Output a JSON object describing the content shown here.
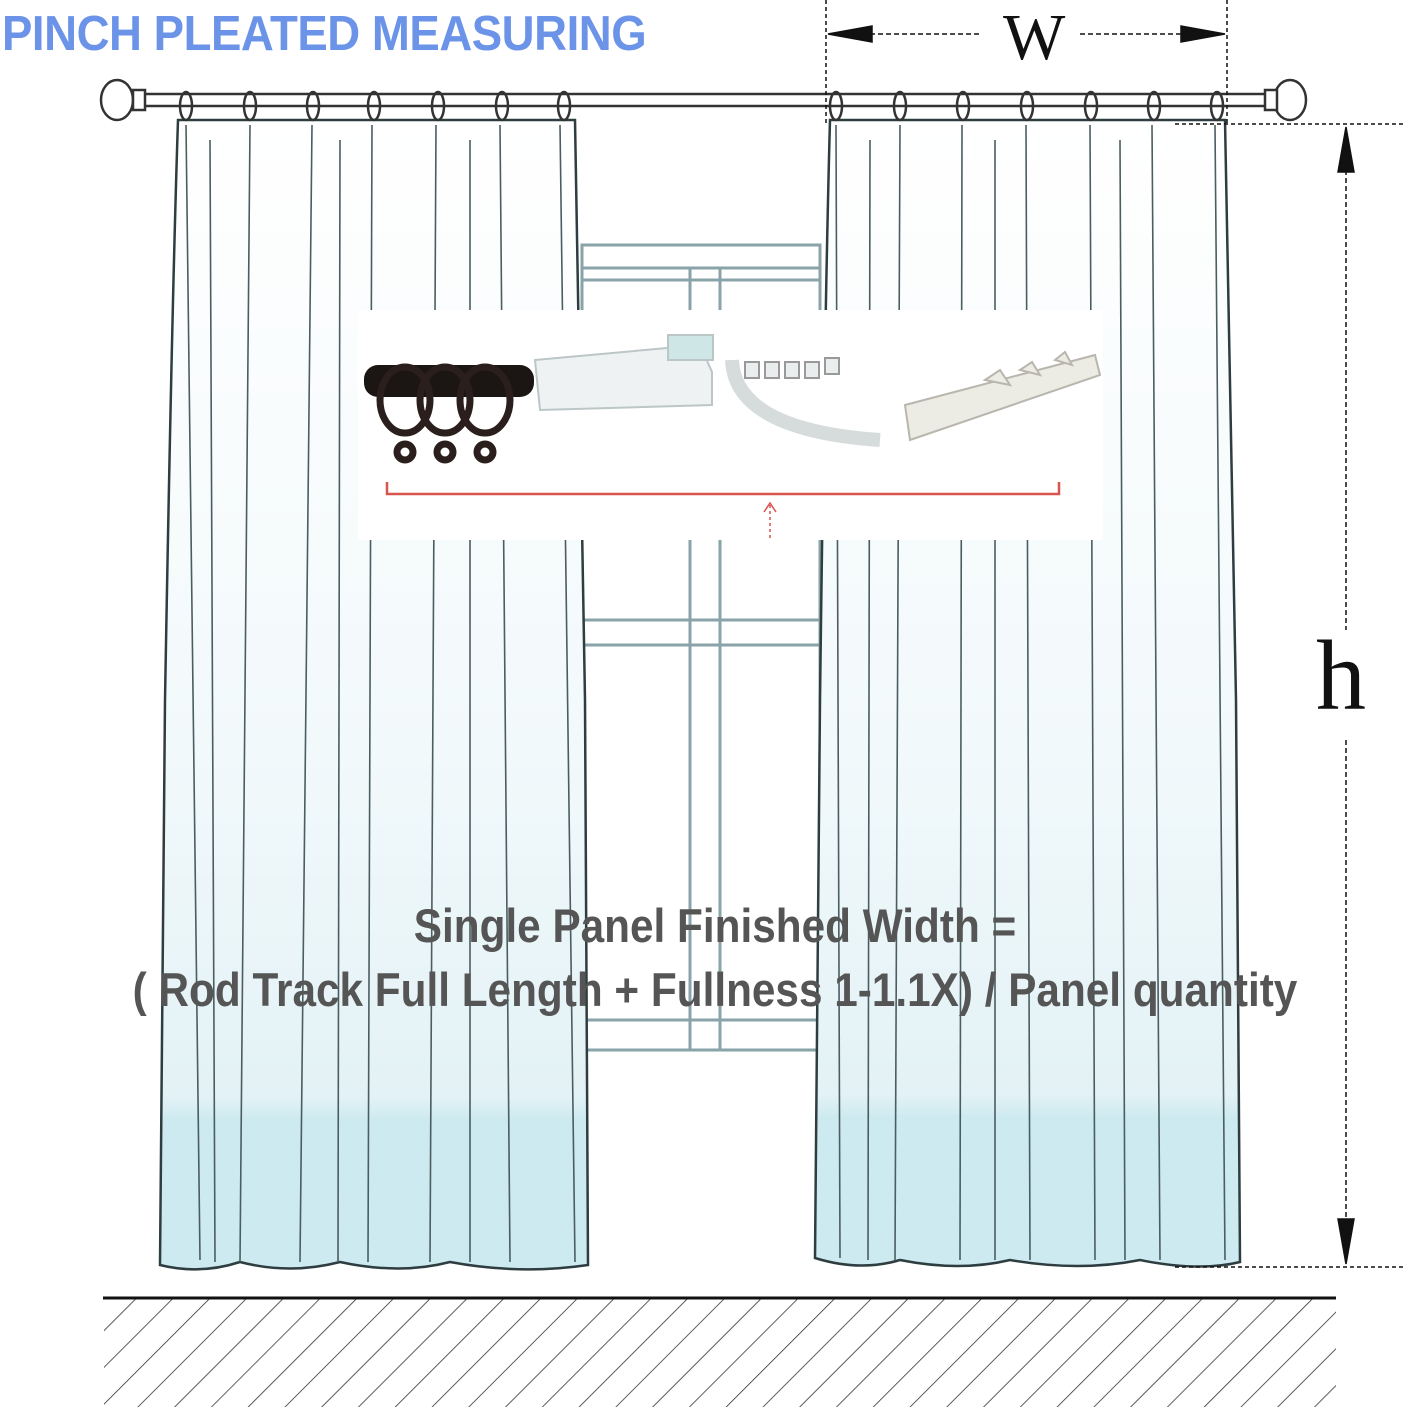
{
  "title": "PINCH PLEATED MEASURING",
  "width_label": "W",
  "height_label": "h",
  "formula": {
    "line1": "Single Panel Finished Width =",
    "line2": "( Rod Track Full Length + Fullness 1-1.1X) / Panel quantity"
  },
  "colors": {
    "title": "#6b93e8",
    "formula": "#555555",
    "curtain_bottom": "#cdeaf0",
    "bracket": "#d9534f"
  },
  "hardware_options": [
    "rod-with-rings",
    "straight-track",
    "curved-track",
    "ceiling-track"
  ]
}
